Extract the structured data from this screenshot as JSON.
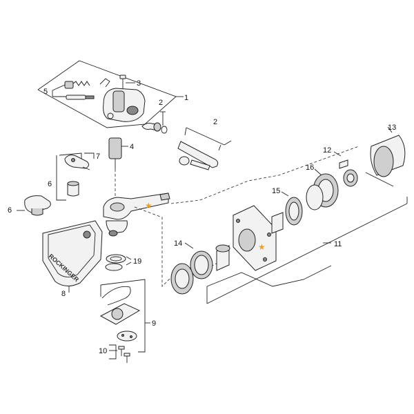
{
  "diagram": {
    "callouts": {
      "c1": "1",
      "c2a": "2",
      "c2b": "2",
      "c3": "3",
      "c4": "4",
      "c5": "5",
      "c6a": "6",
      "c6b": "6",
      "c7": "7",
      "c8": "8",
      "c9": "9",
      "c10": "10",
      "c11": "11",
      "c12": "12",
      "c13": "13",
      "c14": "14",
      "c15": "15",
      "c16": "16",
      "c19": "19"
    },
    "brand_mark": "ROCKINGER",
    "star_symbol": "★",
    "star_color": "#f0a020"
  }
}
